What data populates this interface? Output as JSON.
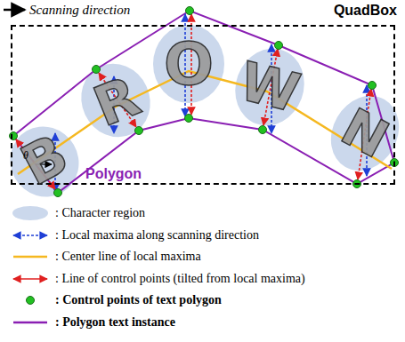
{
  "diagram": {
    "nodes": [
      {
        "text": [
          "QuadBox"
        ]
      }
    ],
    "labels": [
      "Scanning direction",
      "B",
      "R",
      "O",
      "W",
      "N",
      "θ",
      "Polygon"
    ],
    "legend": [
      {
        "text": ": Character region",
        "color": "#cbd8ec"
      },
      {
        "text": ": Local maxima along scanning direction"
      },
      {
        "text": ": Center line of local maxima"
      },
      {
        "text": ": Line of control points (tilted from local maxima)"
      },
      {
        "text": ": Control points of text polygon"
      },
      {
        "text": ": Polygon text instance"
      }
    ]
  }
}
